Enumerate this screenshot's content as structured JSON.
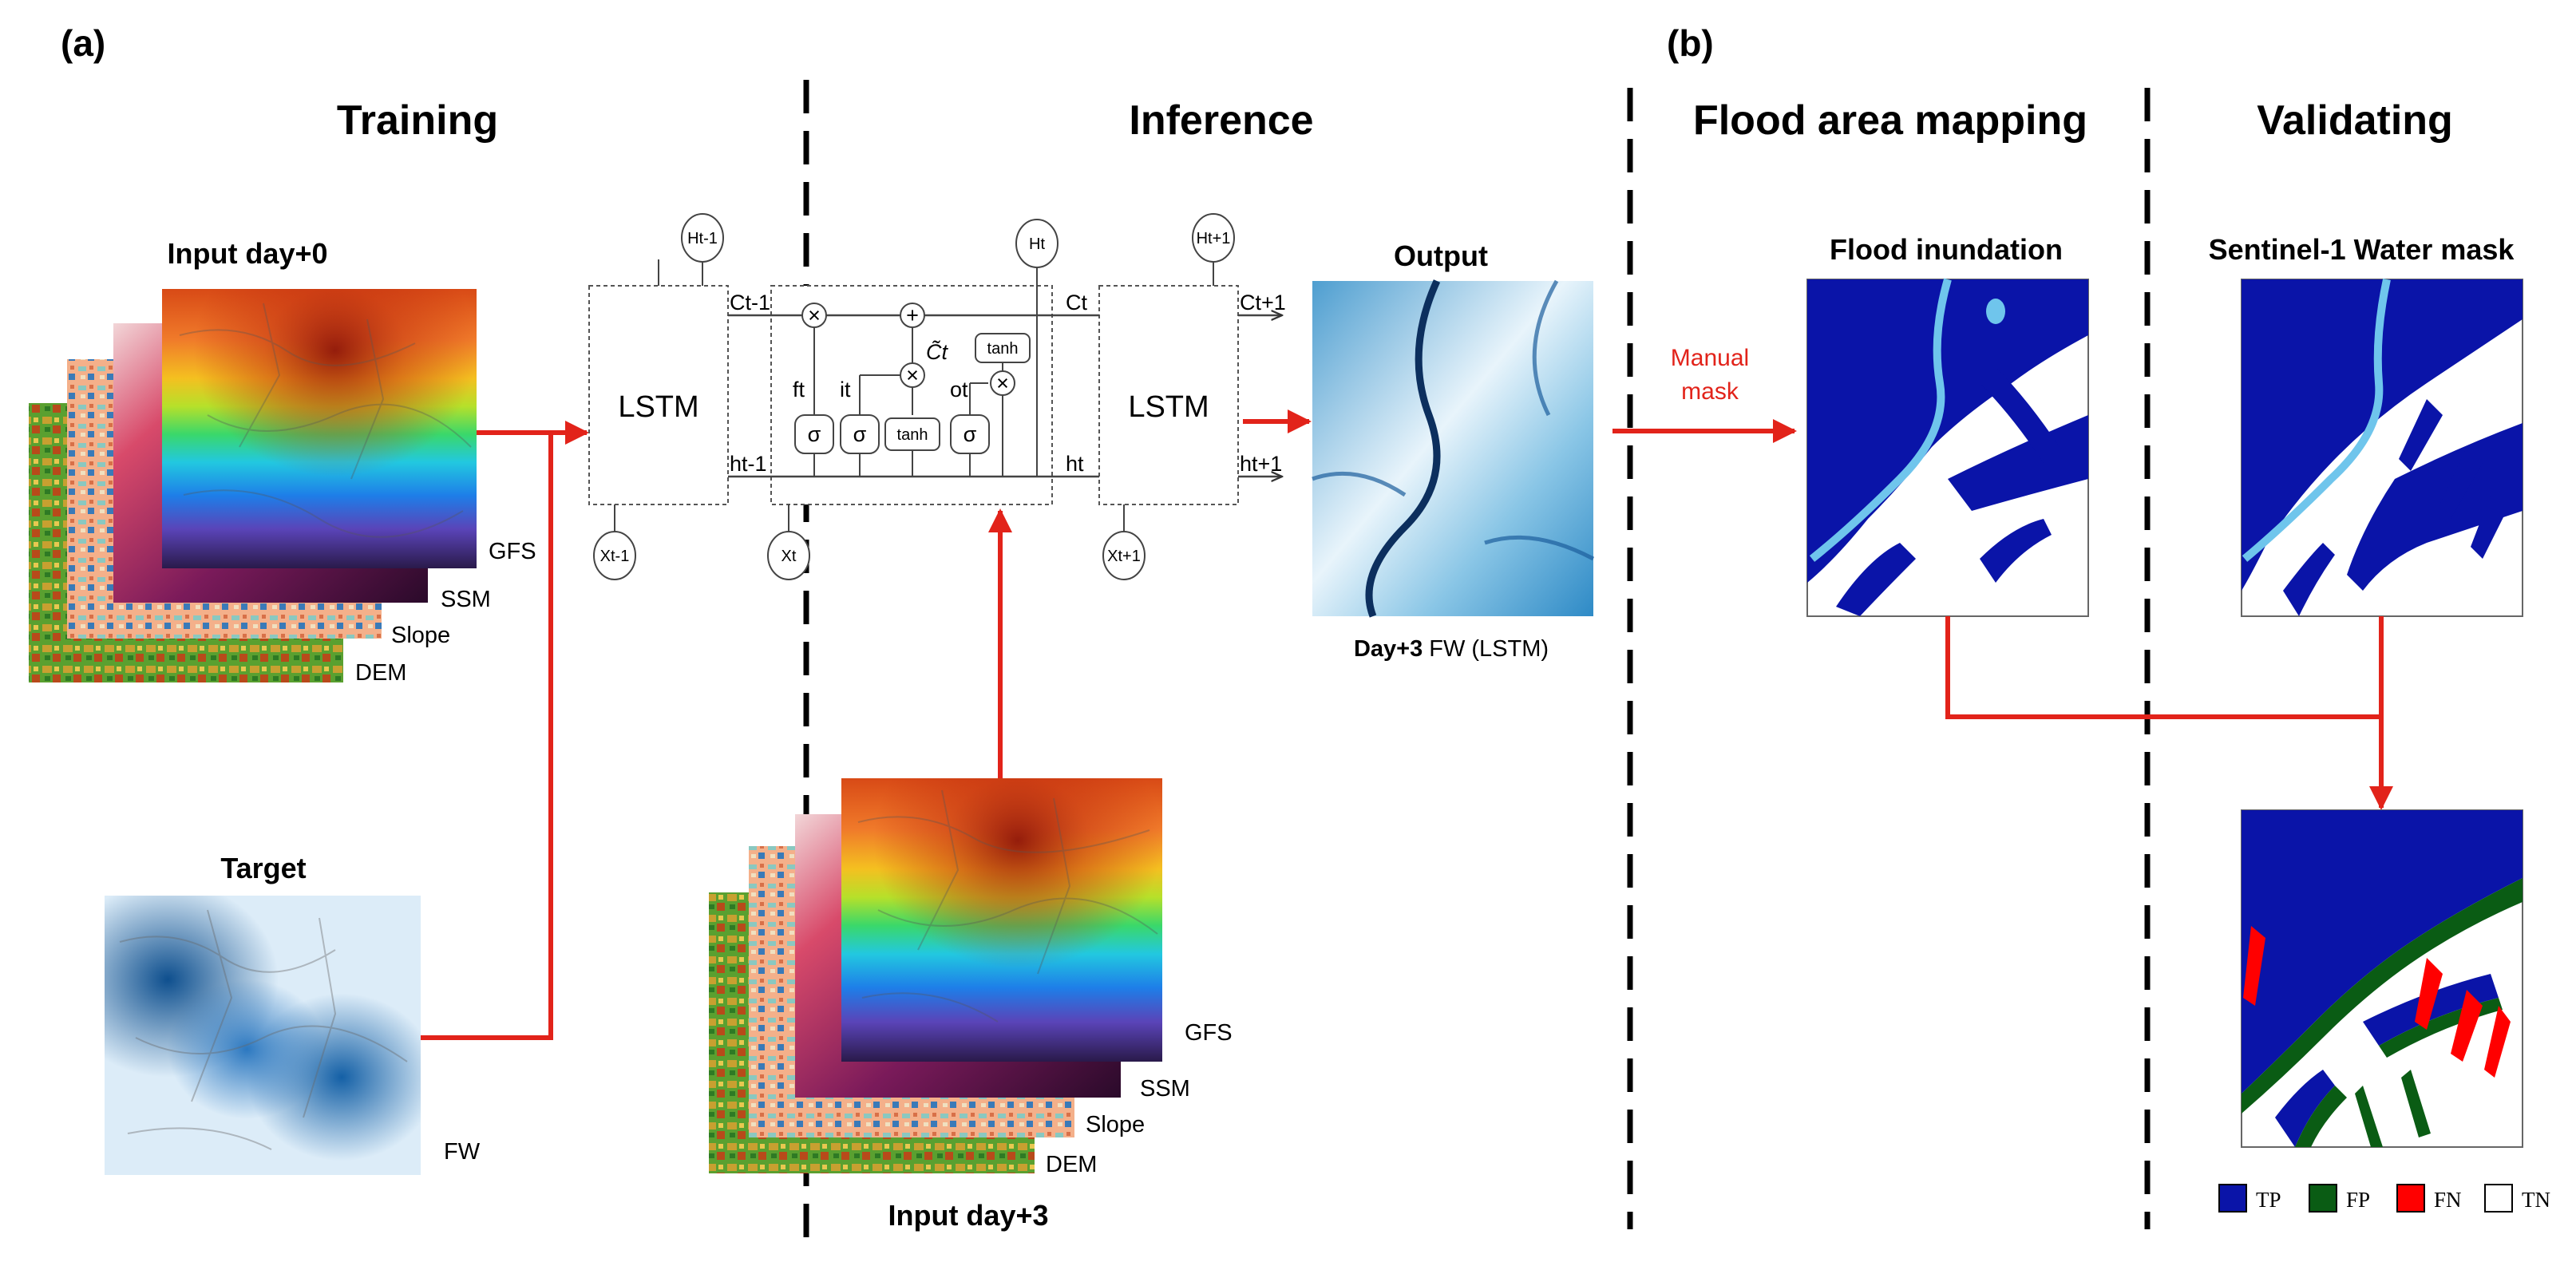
{
  "panels": {
    "a": "(a)",
    "b": "(b)"
  },
  "sections": {
    "training": "Training",
    "inference": "Inference",
    "flood_mapping": "Flood area mapping",
    "validating": "Validating"
  },
  "training": {
    "input_title": "Input day+0",
    "layers": [
      "GFS",
      "SSM",
      "Slope",
      "DEM"
    ],
    "target_title": "Target",
    "target_label": "FW"
  },
  "lstm": {
    "label": "LSTM",
    "h_prev": "Ht-1",
    "h_curr": "Ht",
    "h_next": "Ht+1",
    "x_prev": "Xt-1",
    "x_curr": "Xt",
    "x_next": "Xt+1",
    "c_prev": "Ct-1",
    "c_curr": "Ct",
    "c_next": "Ct+1",
    "hs_prev": "ht-1",
    "hs_curr": "ht",
    "hs_next": "ht+1",
    "sigma": "σ",
    "tanh": "tanh",
    "mult": "×",
    "plus": "+",
    "f_gate": "ft",
    "i_gate": "it",
    "o_gate": "ot",
    "c_tilde": "C̃t"
  },
  "inference": {
    "output_title": "Output",
    "output_caption_bold": "Day+3",
    "output_caption_rest": " FW (LSTM)",
    "input_title": "Input day+3",
    "layers": [
      "GFS",
      "SSM",
      "Slope",
      "DEM"
    ]
  },
  "mapping": {
    "manual_mask_line1": "Manual",
    "manual_mask_line2": "mask",
    "flood_title": "Flood inundation"
  },
  "validating": {
    "water_mask_title": "Sentinel-1 Water mask",
    "legend": [
      {
        "label": "TP",
        "color": "#0a14a8"
      },
      {
        "label": "FP",
        "color": "#0a5c14"
      },
      {
        "label": "FN",
        "color": "#ff0000"
      },
      {
        "label": "TN",
        "color": "#ffffff"
      }
    ]
  },
  "colors": {
    "arrow_red": "#e2231a",
    "flood_blue": "#0a14a8",
    "river_light": "#6fc5ec",
    "fp_green": "#0a5c14",
    "fn_red": "#ff0000"
  }
}
